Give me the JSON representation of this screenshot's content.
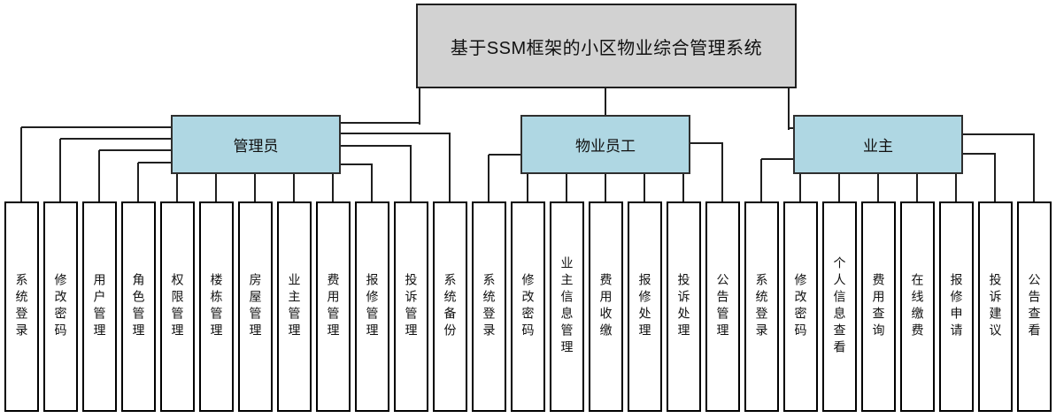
{
  "diagram": {
    "root": {
      "label": "基于SSM框架的小区物业综合管理系统"
    },
    "branches": [
      {
        "label": "管理员",
        "children": [
          "系统登录",
          "修改密码",
          "用户管理",
          "角色管理",
          "权限管理",
          "楼栋管理",
          "房屋管理",
          "业主管理",
          "费用管理",
          "报修管理",
          "投诉管理",
          "系统备份"
        ]
      },
      {
        "label": "物业员工",
        "children": [
          "系统登录",
          "修改密码",
          "业主信息管理",
          "费用收缴",
          "报修处理",
          "投诉处理",
          "公告管理"
        ]
      },
      {
        "label": "业主",
        "children": [
          "系统登录",
          "修改密码",
          "个人信息查看",
          "费用查询",
          "在线缴费",
          "报修申请",
          "投诉建议",
          "公告查看"
        ]
      }
    ],
    "colors": {
      "root_fill": "#d2d2d2",
      "branch_fill": "#afd7e3",
      "leaf_fill": "#ffffff",
      "line": "#1f1f1f"
    }
  }
}
